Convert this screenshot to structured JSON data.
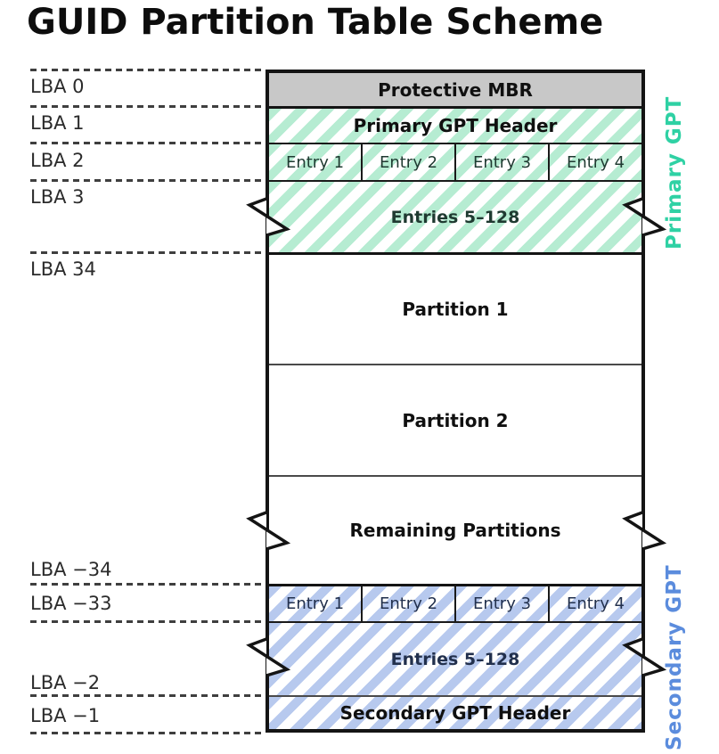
{
  "title": "GUID Partition Table Scheme",
  "lba_labels": [
    "LBA 0",
    "LBA 1",
    "LBA 2",
    "LBA 3",
    "LBA 34",
    "LBA −34",
    "LBA −33",
    "LBA −2",
    "LBA −1"
  ],
  "blocks": {
    "protective_mbr": "Protective MBR",
    "primary_gpt_header": "Primary GPT Header",
    "entry_labels": [
      "Entry 1",
      "Entry 2",
      "Entry 3",
      "Entry 4"
    ],
    "entries_5_128": "Entries 5–128",
    "partition_1": "Partition 1",
    "partition_2": "Partition 2",
    "remaining_partitions": "Remaining Partitions",
    "secondary_gpt_header": "Secondary GPT Header"
  },
  "side_labels": {
    "primary": "Primary GPT",
    "secondary": "Secondary GPT"
  },
  "colors": {
    "primary_stripe": "#b6ecd2",
    "secondary_stripe": "#b7c9ee",
    "primary_side_label": "#2fd1a4",
    "secondary_side_label": "#5b8cdd",
    "protective_mbr_fill": "#c8c8c8",
    "border": "#141414"
  }
}
